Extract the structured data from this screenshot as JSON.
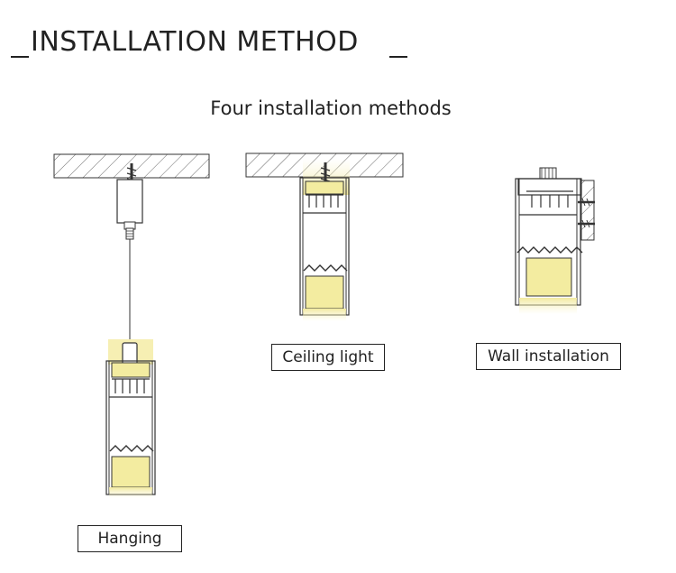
{
  "header": {
    "title": "INSTALLATION METHOD"
  },
  "subtitle": "Four installation methods",
  "methods": [
    {
      "label": "Hanging"
    },
    {
      "label": "Ceiling light"
    },
    {
      "label": "Wall installation"
    }
  ],
  "colors": {
    "line": "#333333",
    "light_glow": "#f6f0b8",
    "light_core": "#f3eca0",
    "hatch": "#555555"
  }
}
